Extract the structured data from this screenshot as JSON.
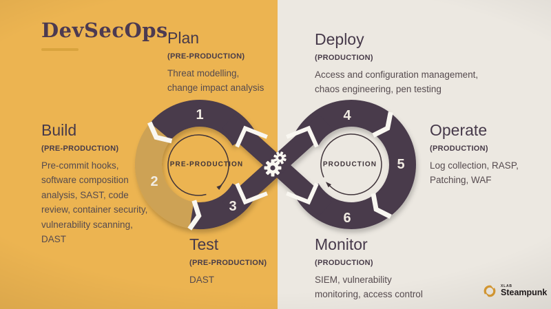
{
  "title": "DevSecOps",
  "loop": {
    "left_label": "PRE-PRODUCTION",
    "right_label": "PRODUCTION",
    "steps": [
      "1",
      "2",
      "3",
      "4",
      "5",
      "6"
    ]
  },
  "stages": [
    {
      "id": "plan",
      "name": "Plan",
      "env": "(PRE-PRODUCTION)",
      "lines": [
        "Threat modelling,",
        "change impact analysis"
      ]
    },
    {
      "id": "build",
      "name": "Build",
      "env": "(PRE-PRODUCTION)",
      "lines": [
        "Pre-commit hooks,",
        "software composition",
        "analysis, SAST, code",
        "review, container security,",
        "vulnerability scanning,",
        "DAST"
      ]
    },
    {
      "id": "test",
      "name": "Test",
      "env": "(PRE-PRODUCTION)",
      "lines": [
        "DAST"
      ]
    },
    {
      "id": "deploy",
      "name": "Deploy",
      "env": "(PRODUCTION)",
      "lines": [
        "Access and configuration management,",
        "chaos engineering, pen testing"
      ]
    },
    {
      "id": "operate",
      "name": "Operate",
      "env": "(PRODUCTION)",
      "lines": [
        "Log collection, RASP,",
        "Patching, WAF"
      ]
    },
    {
      "id": "monitor",
      "name": "Monitor",
      "env": "(PRODUCTION)",
      "lines": [
        "SIEM, vulnerability",
        "monitoring, access control"
      ]
    }
  ],
  "brand": {
    "company": "XLAB",
    "name": "Steampunk"
  },
  "colors": {
    "bg_preproduction": "#ECB451",
    "bg_production": "#ECE8E1",
    "ribbon_dark": "#483A4C",
    "ribbon_gold": "#CDA254",
    "accent_underline": "#D9A43E",
    "number_text": "#F1ECE3",
    "logo_gold": "#D89A33"
  }
}
